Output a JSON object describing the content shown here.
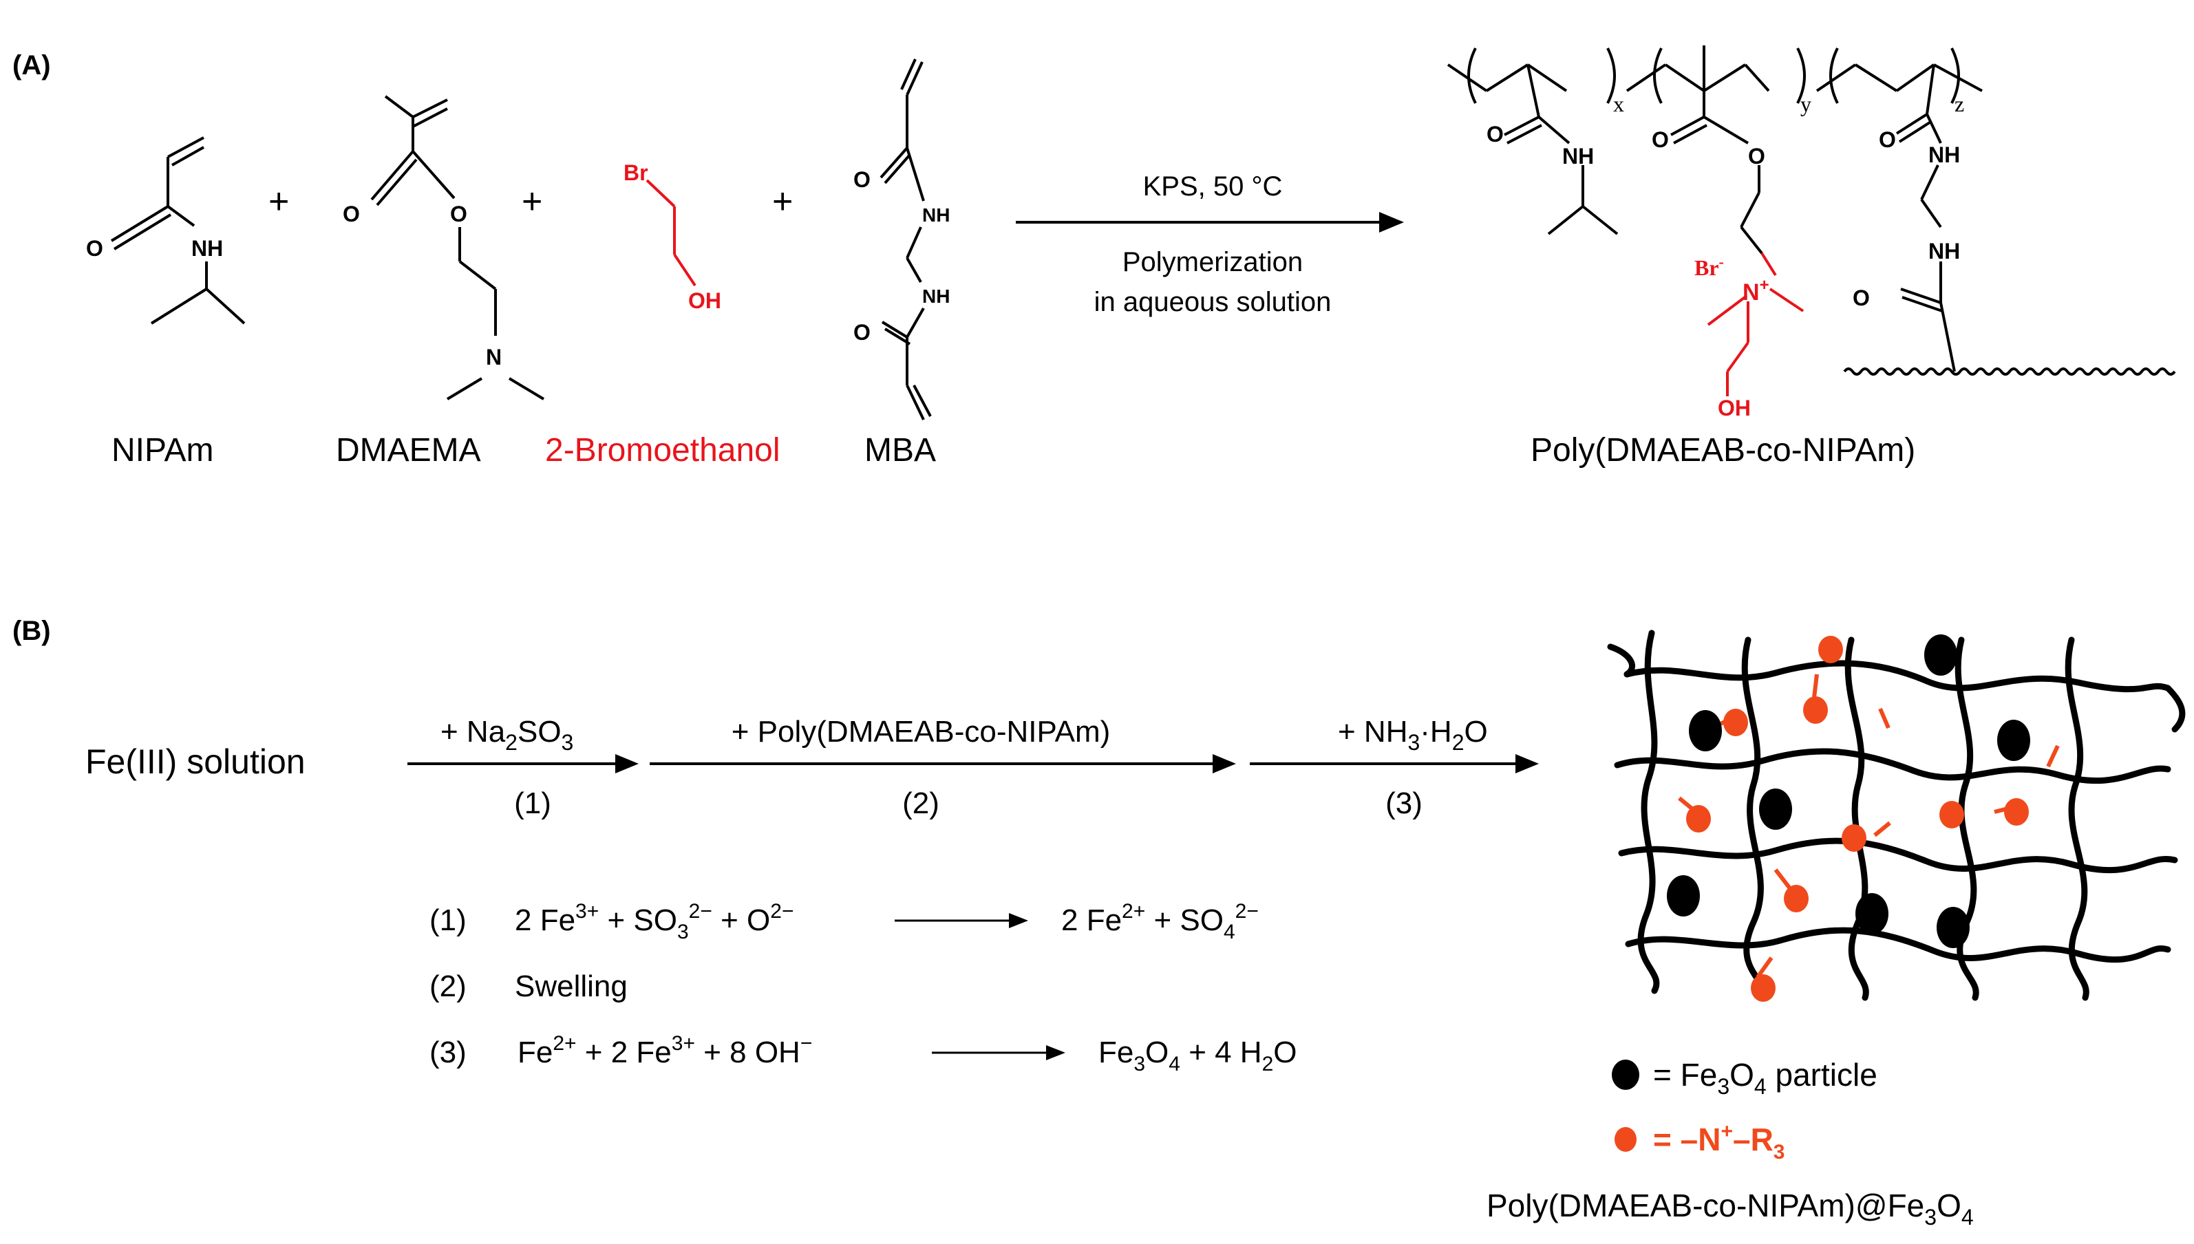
{
  "panel_a": {
    "label": "(A)",
    "reactants": {
      "nipam": "NIPAm",
      "dmaema": "DMAEMA",
      "bromoethanol": "2-Bromoethanol",
      "mba": "MBA"
    },
    "plus_sign": "+",
    "arrow_top": "KPS, 50 °C",
    "arrow_bottom_1": "Polymerization",
    "arrow_bottom_2": "in aqueous solution",
    "product": "Poly(DMAEAB-co-NIPAm)",
    "subscripts": {
      "x": "x",
      "y": "y",
      "z": "z"
    },
    "atoms": {
      "o": "O",
      "nh": "NH",
      "n": "N",
      "br": "Br",
      "oh": "OH",
      "br_product": "Br",
      "n_plus": "N",
      "charge_minus": "-",
      "charge_plus": "+"
    }
  },
  "panel_b": {
    "label": "(B)",
    "start": "Fe(III) solution",
    "step1_reagent": "+ Na",
    "step1_sub1": "2",
    "step1_rest": "SO",
    "step1_sub2": "3",
    "step1_num": "(1)",
    "step2_reagent": "+ Poly(DMAEAB-co-NIPAm)",
    "step2_num": "(2)",
    "step3_reagent_a": "+ NH",
    "step3_sub1": "3",
    "step3_reagent_b": "·H",
    "step3_sub2": "2",
    "step3_reagent_c": "O",
    "step3_num": "(3)",
    "eq1_num": "(1)",
    "eq1_left_a": "2 Fe",
    "eq1_left_sup1": "3+",
    "eq1_left_b": " + SO",
    "eq1_left_sub": "3",
    "eq1_left_sup2": "2−",
    "eq1_left_c": " + O",
    "eq1_left_sup3": "2−",
    "eq1_right_a": "2 Fe",
    "eq1_right_sup1": "2+",
    "eq1_right_b": " + SO",
    "eq1_right_sub": "4",
    "eq1_right_sup2": "2−",
    "eq2_num": "(2)",
    "eq2_text": "Swelling",
    "eq3_num": "(3)",
    "eq3_left_a": "Fe",
    "eq3_left_sup1": "2+",
    "eq3_left_b": " + 2 Fe",
    "eq3_left_sup2": "3+",
    "eq3_left_c": " + 8 OH",
    "eq3_left_sup3": "−",
    "eq3_right_a": "Fe",
    "eq3_right_sub1": "3",
    "eq3_right_b": "O",
    "eq3_right_sub2": "4",
    "eq3_right_c": " + 4 H",
    "eq3_right_sub3": "2",
    "eq3_right_d": "O",
    "legend_black_a": "= Fe",
    "legend_black_sub1": "3",
    "legend_black_b": "O",
    "legend_black_sub2": "4",
    "legend_black_c": " particle",
    "legend_red_a": "= –N",
    "legend_red_sup": "+",
    "legend_red_b": "–R",
    "legend_red_sub": "3",
    "product_a": "Poly(DMAEAB-co-NIPAm)@Fe",
    "product_sub1": "3",
    "product_b": "O",
    "product_sub2": "4"
  },
  "colors": {
    "ink": "#000000",
    "red": "#e8141b",
    "orange_red": "#f04a1c"
  }
}
